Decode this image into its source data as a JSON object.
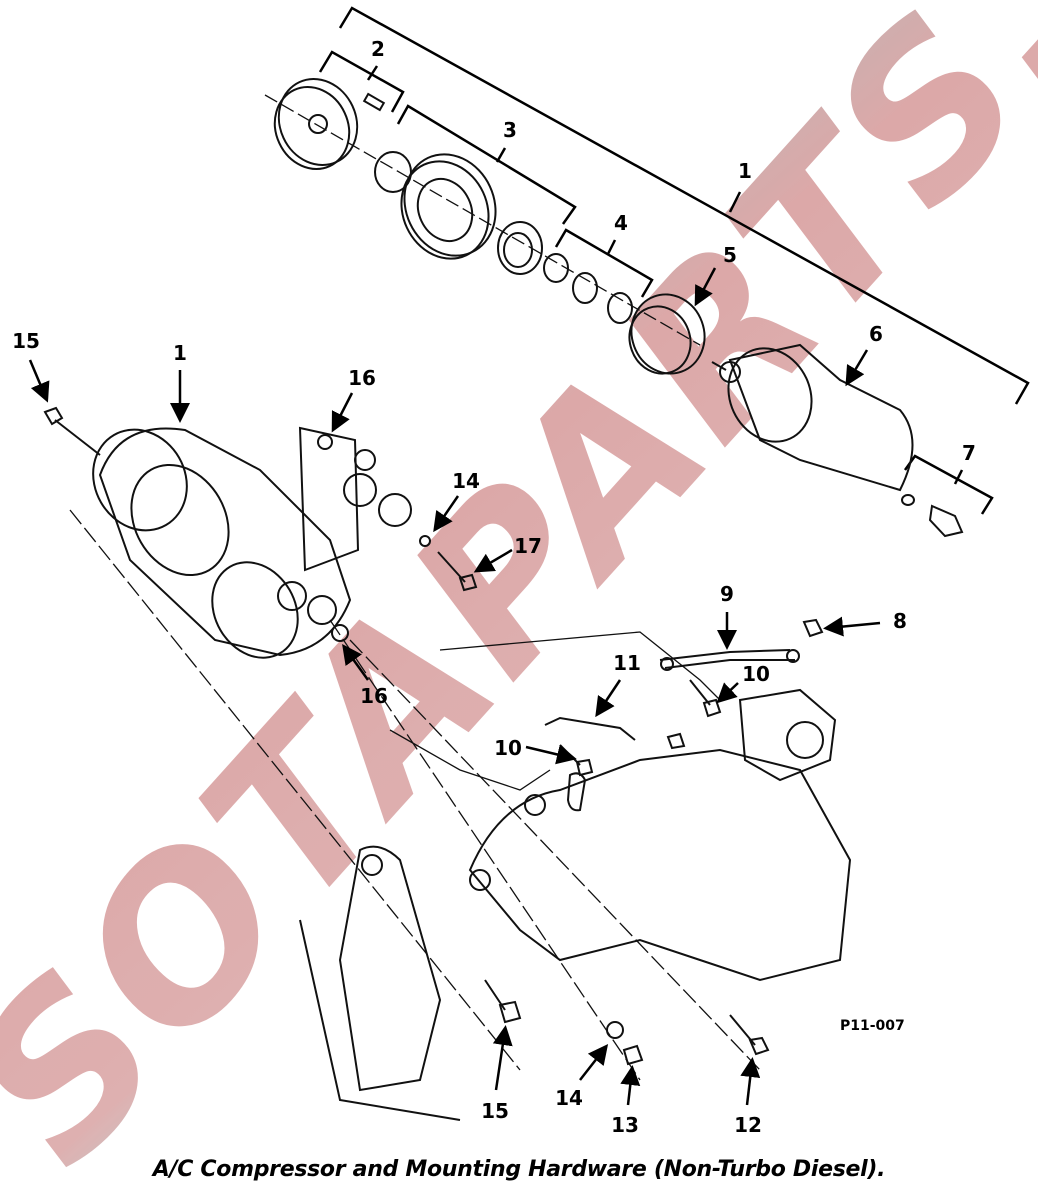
{
  "figure": {
    "caption": "A/C Compressor and Mounting Hardware (Non-Turbo Diesel).",
    "figure_id": "P11-007",
    "watermark": "SOTAPARTS.COM",
    "callouts": {
      "c1_bracket": "1",
      "c2": "2",
      "c3": "3",
      "c4": "4",
      "c5": "5",
      "c6": "6",
      "c7": "7",
      "c1_compressor": "1",
      "c15_top": "15",
      "c16_top": "16",
      "c14_top": "14",
      "c17": "17",
      "c9": "9",
      "c8": "8",
      "c10_right": "10",
      "c11": "11",
      "c10_left": "10",
      "c16_bottom": "16",
      "c15_bottom": "15",
      "c14_bottom": "14",
      "c13": "13",
      "c12": "12"
    }
  }
}
